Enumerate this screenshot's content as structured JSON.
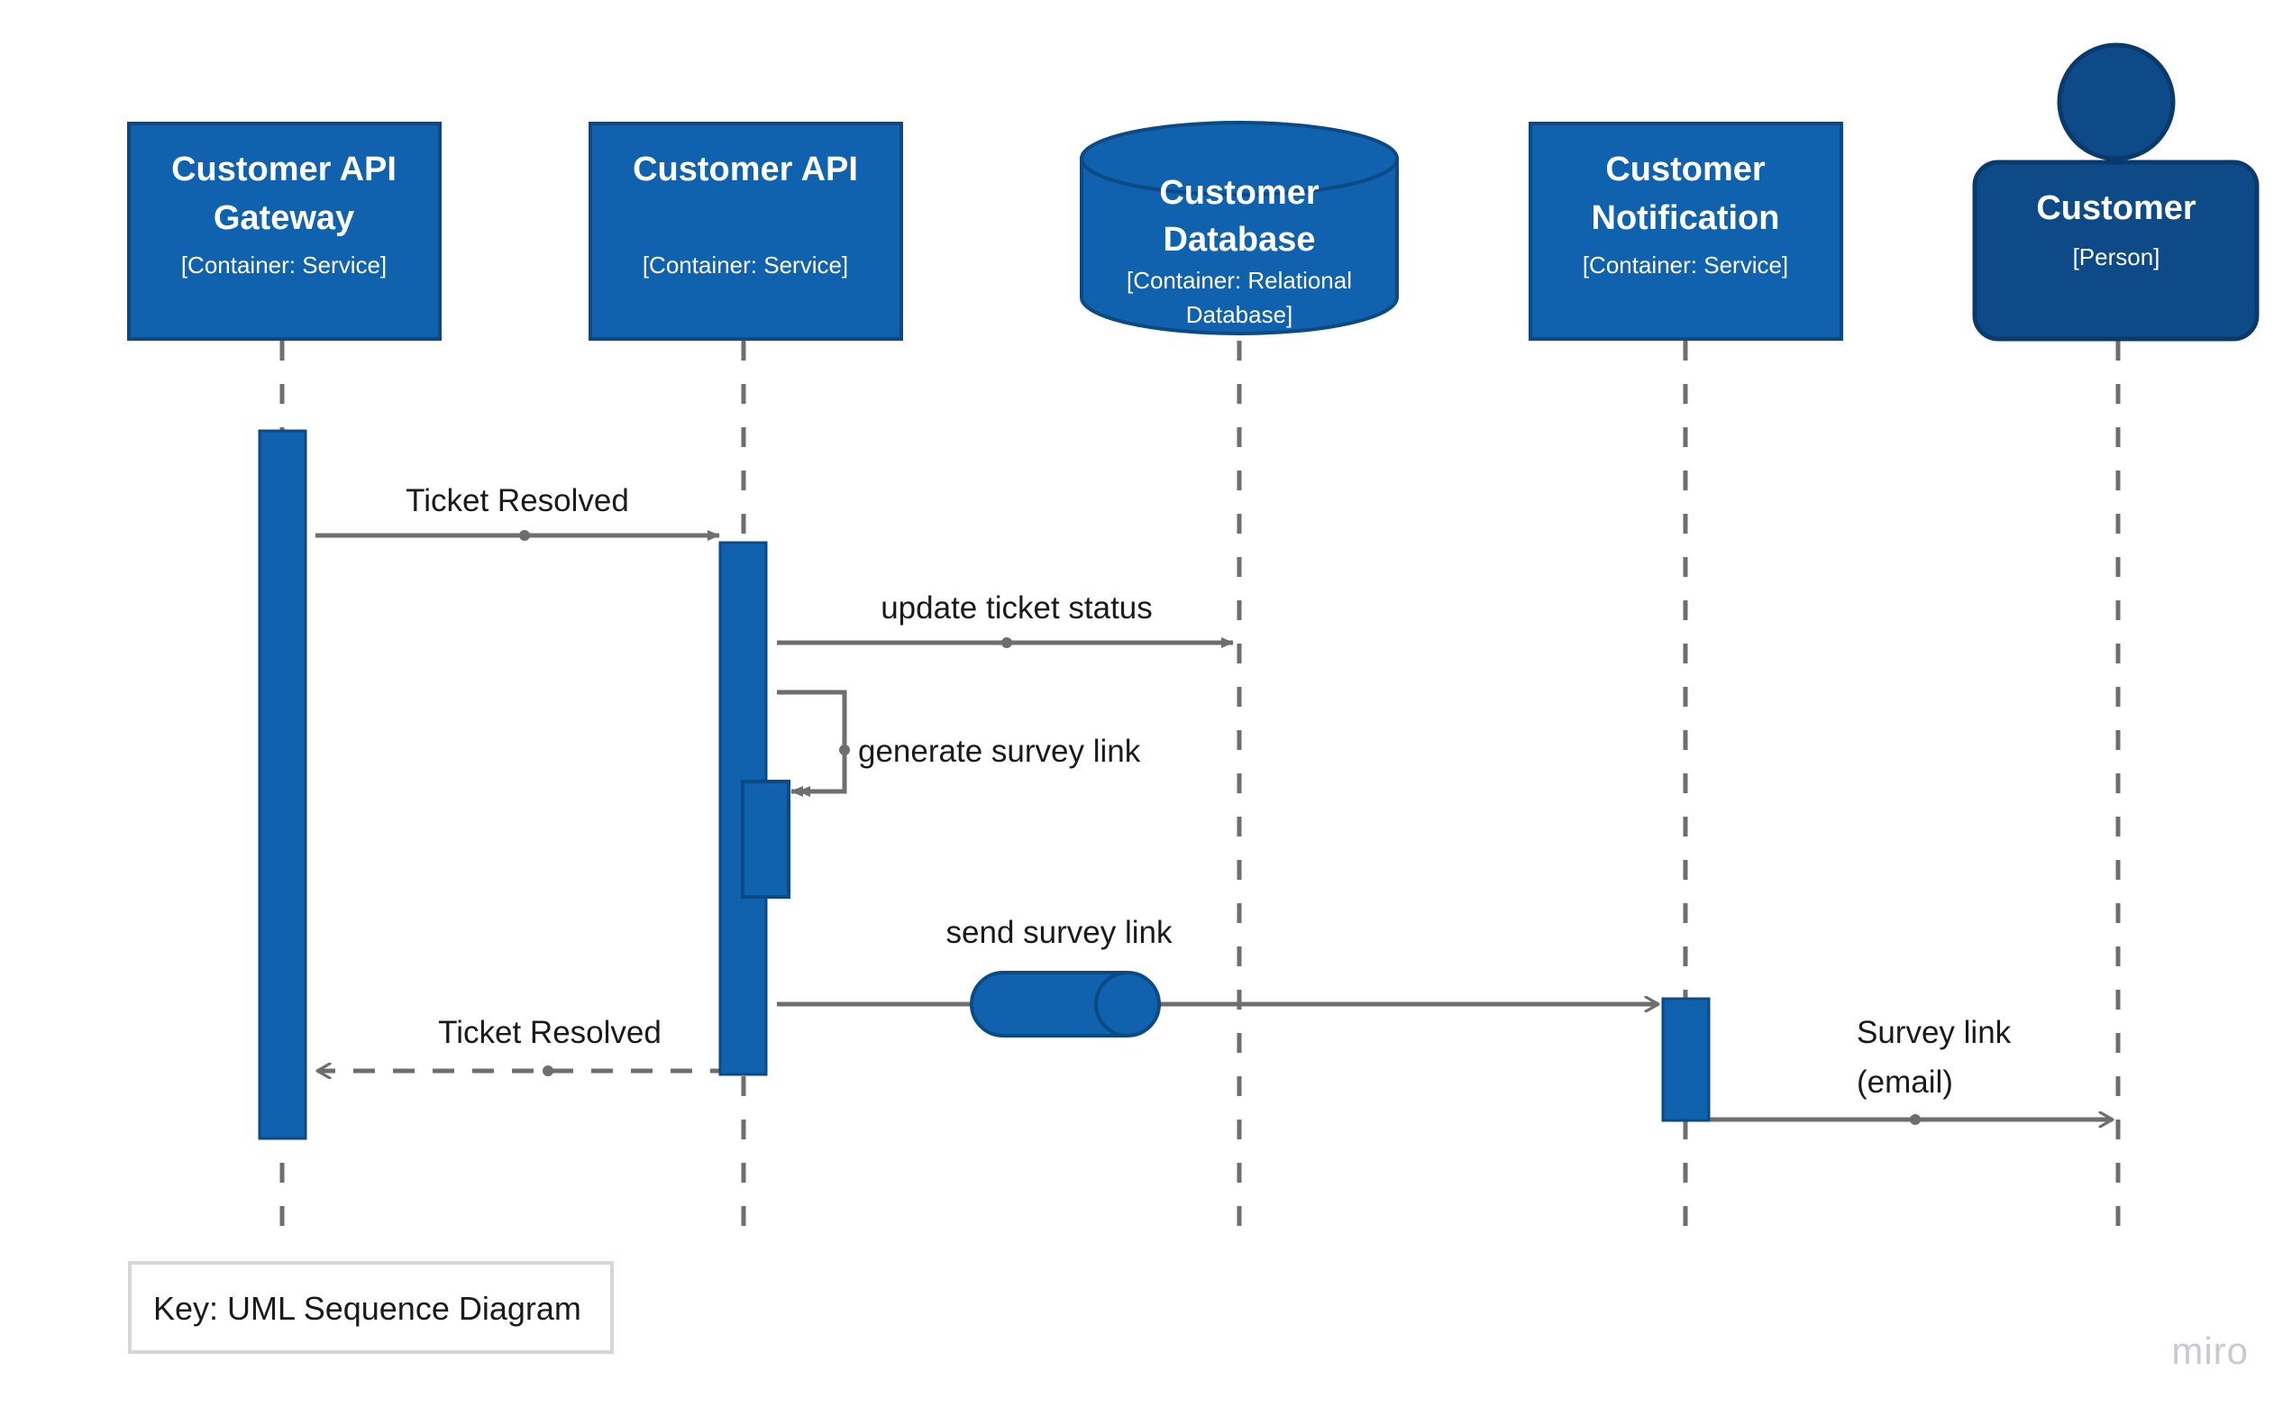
{
  "diagram": {
    "type": "uml-sequence-diagram",
    "key_label": "Key: UML Sequence Diagram",
    "watermark": "miro",
    "colors": {
      "container_fill": "#1061AE",
      "container_stroke": "#0B4A84",
      "person_fill": "#0D4A87",
      "person_stroke": "#0A3A6B",
      "activation_fill": "#1061AE",
      "activation_stroke": "#0B4A84",
      "lifeline": "#6E6E6E",
      "message_line": "#6E6E6E",
      "label_text": "#1a1a1a",
      "node_text": "#ffffff",
      "key_border": "#d6d6d6",
      "watermark_text": "#c9c9d4"
    },
    "participants": [
      {
        "id": "api-gateway",
        "shape": "box",
        "name": "Customer API Gateway",
        "name_lines": [
          "Customer API",
          "Gateway"
        ],
        "stereotype": "[Container: Service]"
      },
      {
        "id": "customer-api",
        "shape": "box",
        "name": "Customer API",
        "name_lines": [
          "Customer API"
        ],
        "stereotype": "[Container: Service]"
      },
      {
        "id": "customer-database",
        "shape": "cylinder",
        "name": "Customer Database",
        "name_lines": [
          "Customer",
          "Database"
        ],
        "stereotype": "[Container: Relational Database]",
        "stereotype_lines": [
          "[Container: Relational",
          "Database]"
        ]
      },
      {
        "id": "customer-notification",
        "shape": "box",
        "name": "Customer Notification",
        "name_lines": [
          "Customer",
          "Notification"
        ],
        "stereotype": "[Container: Service]"
      },
      {
        "id": "customer",
        "shape": "person",
        "name": "Customer",
        "name_lines": [
          "Customer"
        ],
        "stereotype": "[Person]"
      }
    ],
    "messages": [
      {
        "id": "m1",
        "label": "Ticket Resolved",
        "from": "api-gateway",
        "to": "customer-api",
        "line": "solid",
        "arrowhead": "filled"
      },
      {
        "id": "m2",
        "label": "update ticket status",
        "from": "customer-api",
        "to": "customer-database",
        "line": "solid",
        "arrowhead": "filled"
      },
      {
        "id": "m3",
        "label": "generate survey link",
        "from": "customer-api",
        "to": "customer-api",
        "line": "solid",
        "arrowhead": "filled",
        "self": true
      },
      {
        "id": "m4",
        "label": "send survey link",
        "from": "customer-api",
        "to": "customer-notification",
        "line": "solid",
        "arrowhead": "open",
        "decorator": "queue-cylinder"
      },
      {
        "id": "m5",
        "label": "Ticket Resolved",
        "from": "customer-api",
        "to": "api-gateway",
        "line": "dashed",
        "arrowhead": "open"
      },
      {
        "id": "m6",
        "label": "Survey link (email)",
        "label_lines": [
          "Survey link",
          "(email)"
        ],
        "from": "customer-notification",
        "to": "customer",
        "line": "solid",
        "arrowhead": "open"
      }
    ]
  }
}
